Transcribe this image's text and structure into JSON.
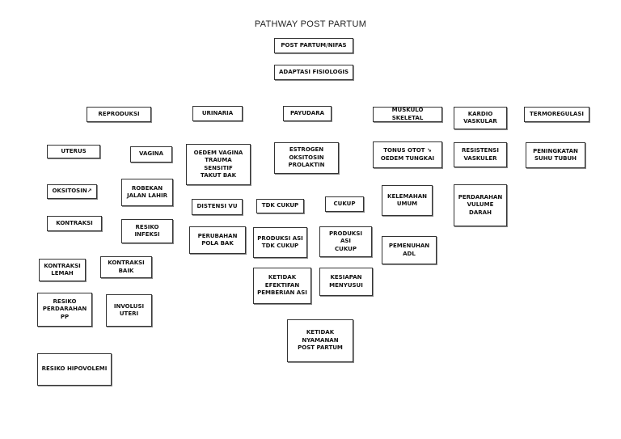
{
  "title": "PATHWAY POST PARTUM",
  "nodes": {
    "post_partum": "POST PARTUM/NIFAS",
    "adaptasi": "ADAPTASI FISIOLOGIS",
    "reproduksi": "REPRODUKSI",
    "urinaria": "URINARIA",
    "payudara": "PAYUDARA",
    "muskulo": "MUSKULO SKELETAL",
    "kardio": "KARDIO\nVASKULAR",
    "termo": "TERMOREGULASI",
    "uterus": "UTERUS",
    "vagina": "VAGINA",
    "oedem_vagina": "OEDEM VAGINA\nTRAUMA\nSENSITIF\nTAKUT BAK",
    "estrogen": "ESTROGEN\nOKSITOSIN\nPROLAKTIN",
    "tonus_otot": "TONUS OTOT ↘\nOEDEM TUNGKAI",
    "resistensi": "RESISTENSI\nVASKULER",
    "peningkatan": "PENINGKATAN\nSUHU TUBUH",
    "oksitosin": "OKSITOSIN↗",
    "robekan": "ROBEKAN\nJALAN LAHIR",
    "distensi": "DISTENSI VU",
    "tdk_cukup": "TDK CUKUP",
    "cukup": "CUKUP",
    "kelemahan": "KELEMAHAN\nUMUM",
    "perdarahan_vol": "PERDARAHAN\nVULUME\nDARAH",
    "kontraksi": "KONTRAKSI",
    "resiko_infeksi": "RESIKO\nINFEKSI",
    "perubahan": "PERUBAHAN\nPOLA BAK",
    "produksi_tdk": "PRODUKSI ASI\nTDK CUKUP",
    "produksi_cukup": "PRODUKSI\nASI\nCUKUP",
    "pemenuhan": "PEMENUHAN\nADL",
    "kontraksi_lemah": "KONTRAKSI\nLEMAH",
    "kontraksi_baik": "KONTRAKSI\nBAIK",
    "ketidak_efektifan": "KETIDAK\nEFEKTIFAN\nPEMBERIAN ASI",
    "kesiapan": "KESIAPAN\nMENYUSUI",
    "resiko_perdarahan": "RESIKO\nPERDARAHAN\nPP",
    "involusi": "INVOLUSI\nUTERI",
    "ketidak_nyamanan": "KETIDAK\nNYAMANAN\nPOST PARTUM",
    "resiko_hipovolemi": "RESIKO HIPOVOLEMI"
  }
}
